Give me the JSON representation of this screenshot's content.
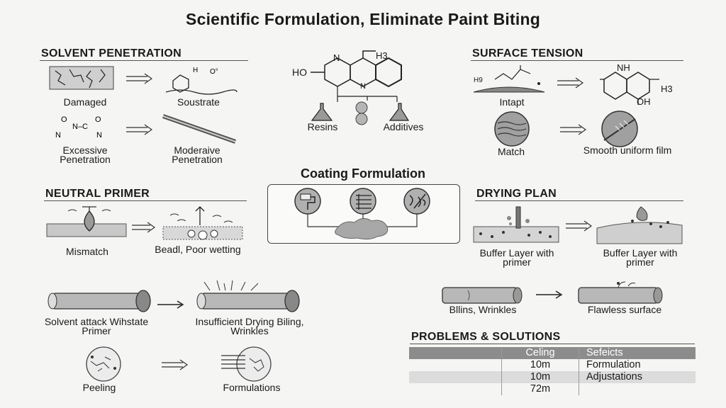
{
  "title": "Scientific Formulation, Eliminate Paint Biting",
  "solvent_penetration": {
    "heading": "SOLVENT PENETRATION",
    "damaged": "Damaged",
    "substrate": "Soustrate",
    "excessive": "Excessive Penetration",
    "moderate": "Moderaive Penetration"
  },
  "center_molecule": {
    "ho_label": "HO",
    "n_label": "N",
    "h3_label": "H3",
    "n_bottom_label": "N",
    "resins": "Resins",
    "additives": "Additives"
  },
  "surface_tension": {
    "heading": "SURFACE TENSION",
    "intapt": "Intapt",
    "oh_label": "OH",
    "nh_label": "NH",
    "h3_label": "H3",
    "h9_label": "H9",
    "match": "Match",
    "smooth": "Smooth uniform film"
  },
  "coating_formulation": {
    "heading": "Coating Formulation"
  },
  "neutral_primer": {
    "heading": "NEUTRAL PRIMER",
    "mismatch": "Mismatch",
    "beading": "Beadl, Poor wetting",
    "solvent_attack": "Solvent attack Wihstate Primer",
    "insufficient": "Insufficient Drying Biling, Wrinkles",
    "peeling": "Peeling",
    "formulations": "Formulations"
  },
  "drying_plan": {
    "heading": "DRYING PLAN",
    "buffer_left": "Buffer Layer with primer",
    "buffer_right": "Buffer Layer with primer",
    "blins": "Bllins, Wrinkles",
    "flawless": "Flawless surface"
  },
  "problems_solutions": {
    "heading": "PROBLEMS & SOLUTIONS",
    "header": [
      "",
      "Celing",
      "Sefeicts"
    ],
    "rows": [
      [
        "",
        "10m",
        "Formulation"
      ],
      [
        "",
        "10m",
        "Adjustations"
      ],
      [
        "",
        "72m",
        ""
      ]
    ]
  },
  "icons": [
    "crack-icon",
    "molecule-icon",
    "flask-icon",
    "droplet-icon",
    "pipe-icon",
    "arrow-icon",
    "paint-roller-icon",
    "list-icon",
    "percent-icon"
  ]
}
